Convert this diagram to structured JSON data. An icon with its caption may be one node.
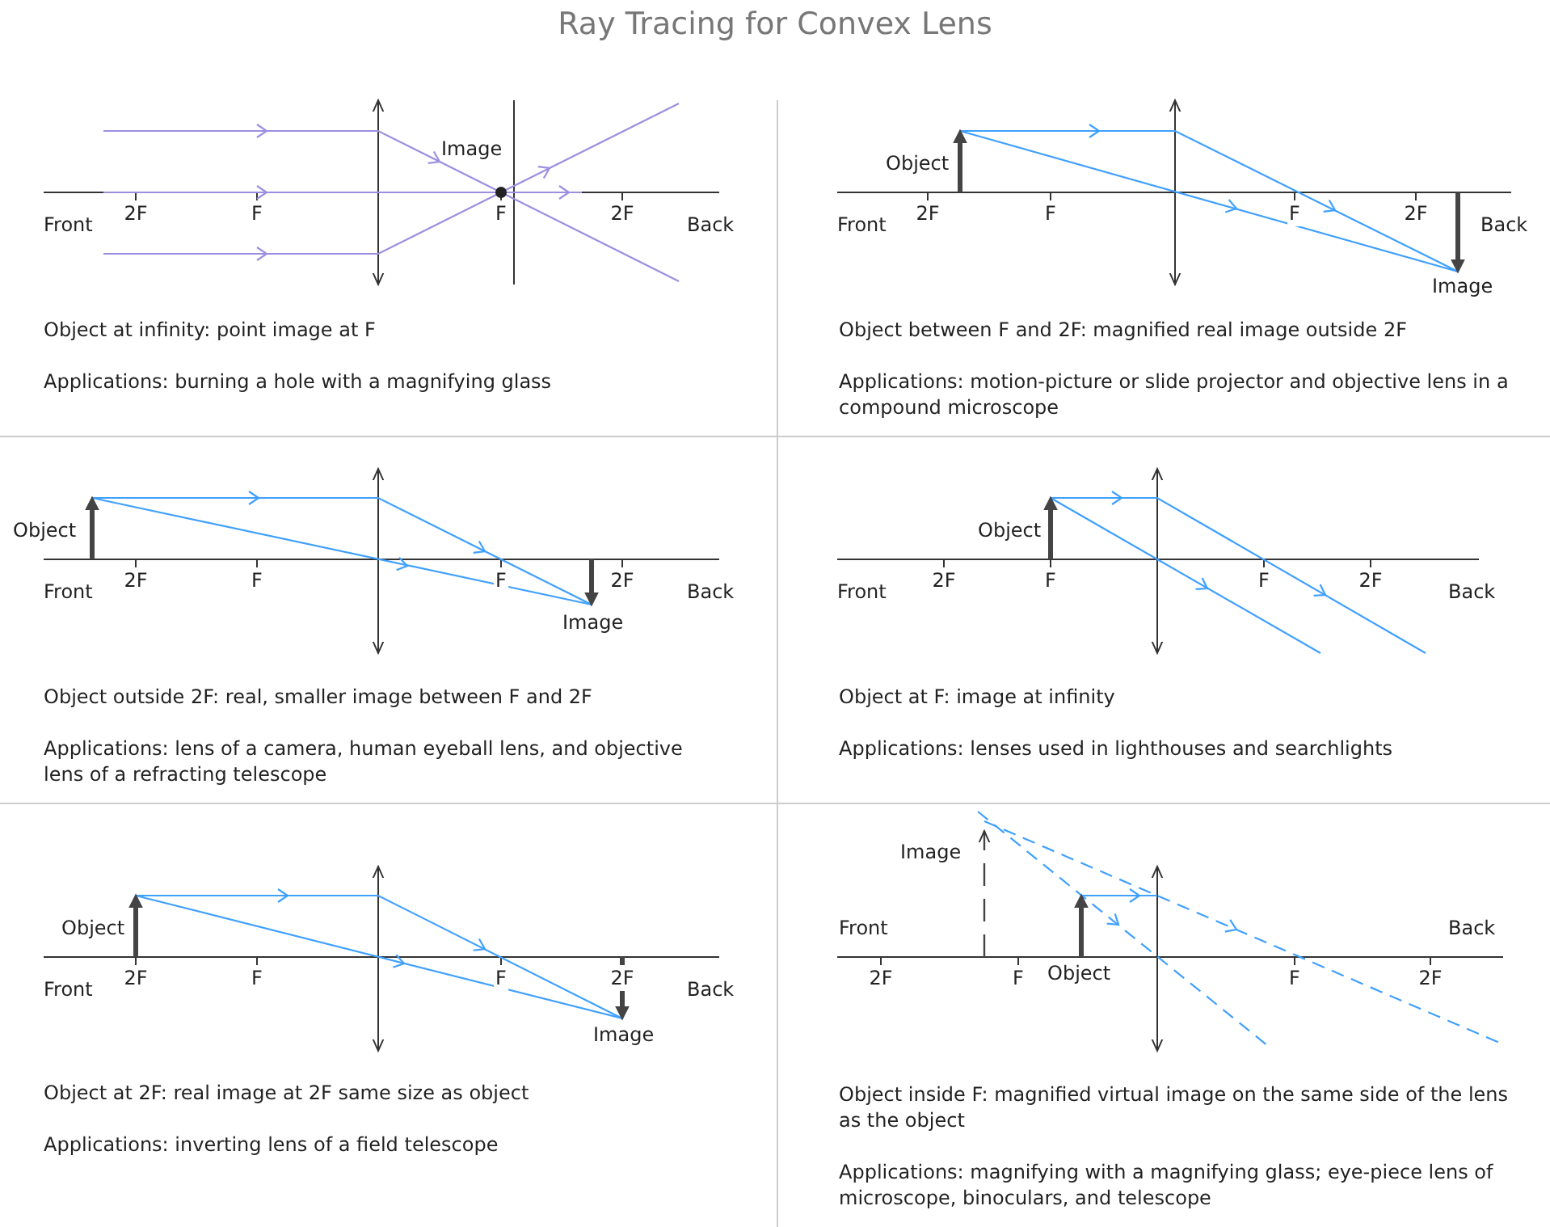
{
  "diagram": {
    "title": "Ray Tracing for Convex Lens",
    "labels": [
      "Image",
      "Front",
      "2F",
      "F",
      "F",
      "2F",
      "Back",
      "Object at infinity: point image at F",
      "Applications: burning a hole with a magnifying glass",
      "Object",
      "Front",
      "2F",
      "F",
      "F",
      "2F",
      "Back",
      "Image",
      "Object between F and 2F: magnified real image outside 2F",
      "Applications: motion-picture or slide projector and objective lens in a compound microscope",
      "Object",
      "Front",
      "2F",
      "F",
      "F",
      "2F",
      "Image",
      "Back",
      "Object outside 2F: real, smaller image between F and 2F",
      "Applications: lens of a camera, human eyeball lens, and objective lens of a refracting telescope",
      "Object",
      "Front",
      "2F",
      "F",
      "F",
      "2F",
      "Back",
      "Object at F: image at infinity",
      "Applications: lenses used in lighthouses and searchlights",
      "Object",
      "Front",
      "2F",
      "F",
      "F",
      "2F",
      "Back",
      "Image",
      "Object at 2F: real image at 2F same size as object",
      "Applications: inverting lens of a field telescope",
      "Image",
      "Front",
      "Back",
      "2F",
      "F",
      "Object",
      "F",
      "2F",
      "Object inside F: magnified virtual image on the same side of the lens as the object",
      "Applications: magnifying with a magnifying glass; eye-piece lens of microscope, binoculars, and telescope"
    ]
  }
}
